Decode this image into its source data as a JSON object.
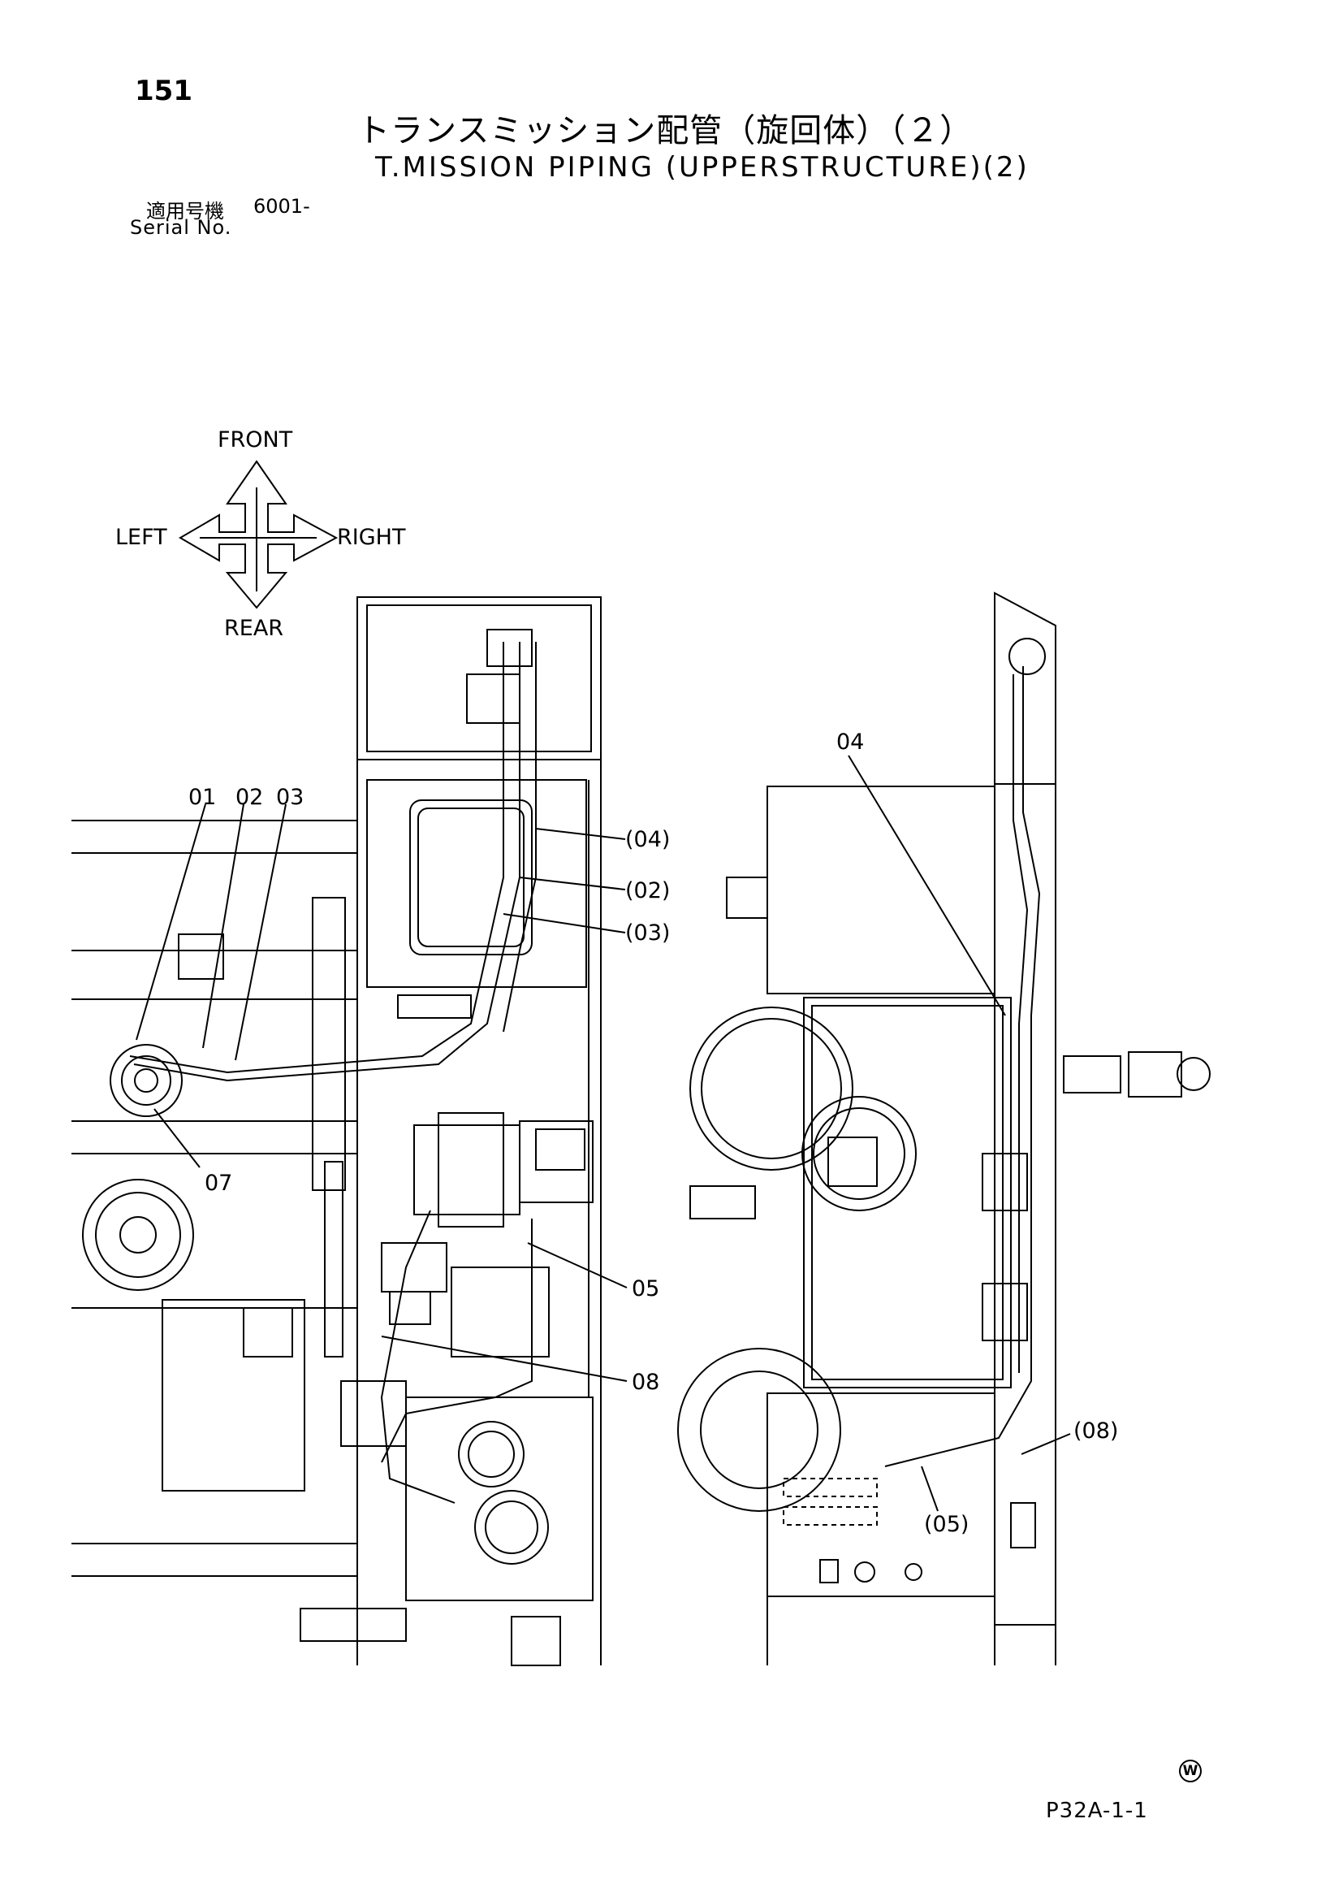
{
  "header": {
    "page_number": "151",
    "title_jp": "トランスミッション配管（旋回体）（２）",
    "title_en": "T.MISSION PIPING (UPPERSTRUCTURE)(2)",
    "serial_label_jp": "適用号機",
    "serial_value": "6001-",
    "serial_label_en": "Serial No."
  },
  "compass": {
    "front": "FRONT",
    "left": "LEFT",
    "right": "RIGHT",
    "rear": "REAR"
  },
  "callouts": {
    "c01": "01",
    "c02": "02",
    "c03": "03",
    "c04_right": "04",
    "c04": "(04)",
    "c02_paren": "(02)",
    "c03_paren": "(03)",
    "c05": "05",
    "c07": "07",
    "c08": "08",
    "c08_paren": "(08)",
    "c05_paren": "(05)"
  },
  "footer": {
    "mark": "W",
    "page_code": "P32A-1-1"
  }
}
